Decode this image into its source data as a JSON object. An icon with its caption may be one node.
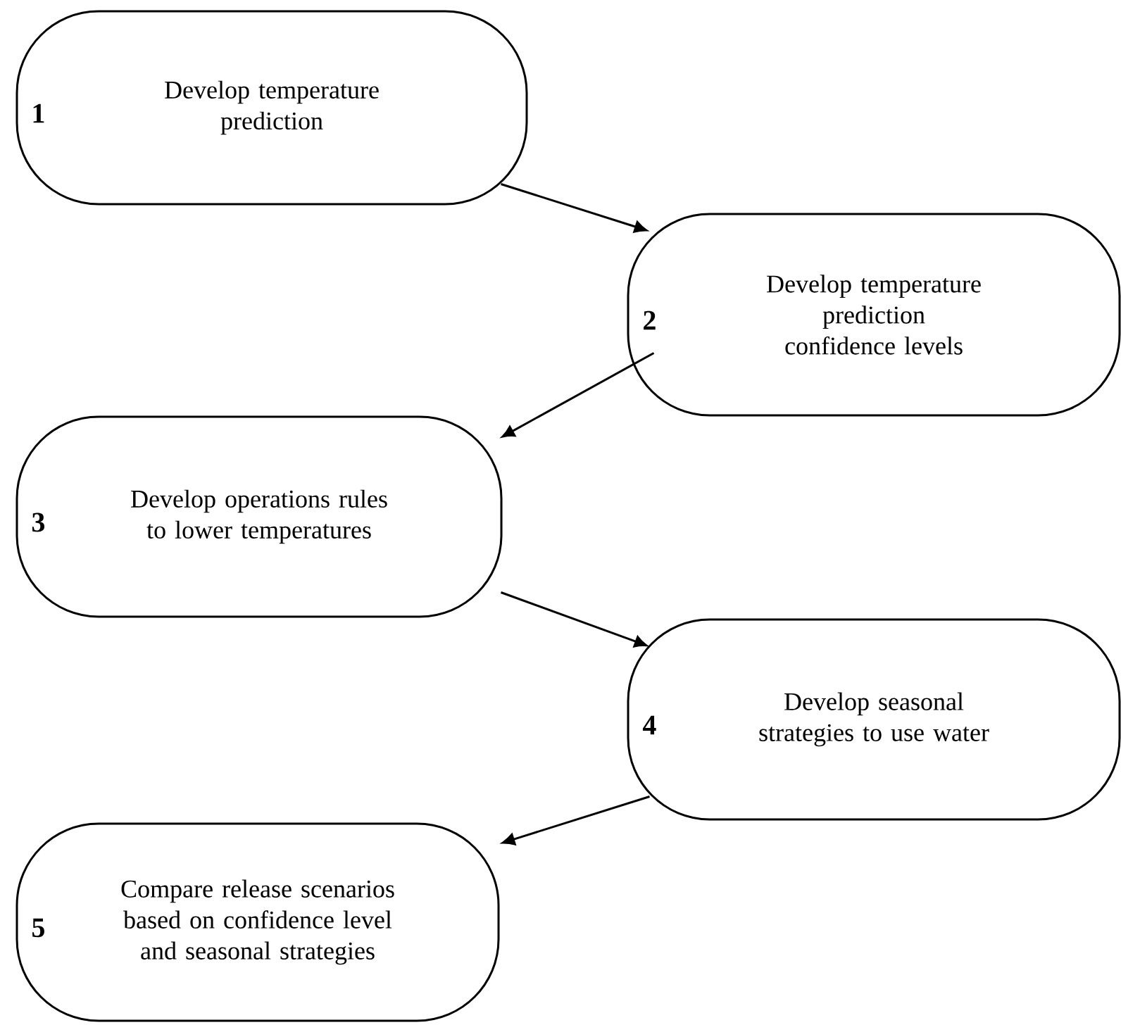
{
  "diagram": {
    "nodes": [
      {
        "text": [
          "1",
          "Develop temperature prediction"
        ]
      },
      {
        "text": [
          "2",
          "Develop temperature prediction confidence levels"
        ]
      },
      {
        "text": [
          "3",
          "Develop operations rules to lower temperatures"
        ]
      },
      {
        "text": [
          "4",
          "Develop seasonal strategies to use water"
        ]
      },
      {
        "text": [
          "5",
          "Compare release scenarios based on confidence level and seasonal strategies"
        ]
      }
    ],
    "edges": [
      {
        "from": 0,
        "to": 1,
        "arrow": "to"
      },
      {
        "from": 1,
        "to": 2,
        "arrow": "to"
      },
      {
        "from": 2,
        "to": 3,
        "arrow": "to"
      },
      {
        "from": 3,
        "to": 4,
        "arrow": "to"
      }
    ]
  }
}
